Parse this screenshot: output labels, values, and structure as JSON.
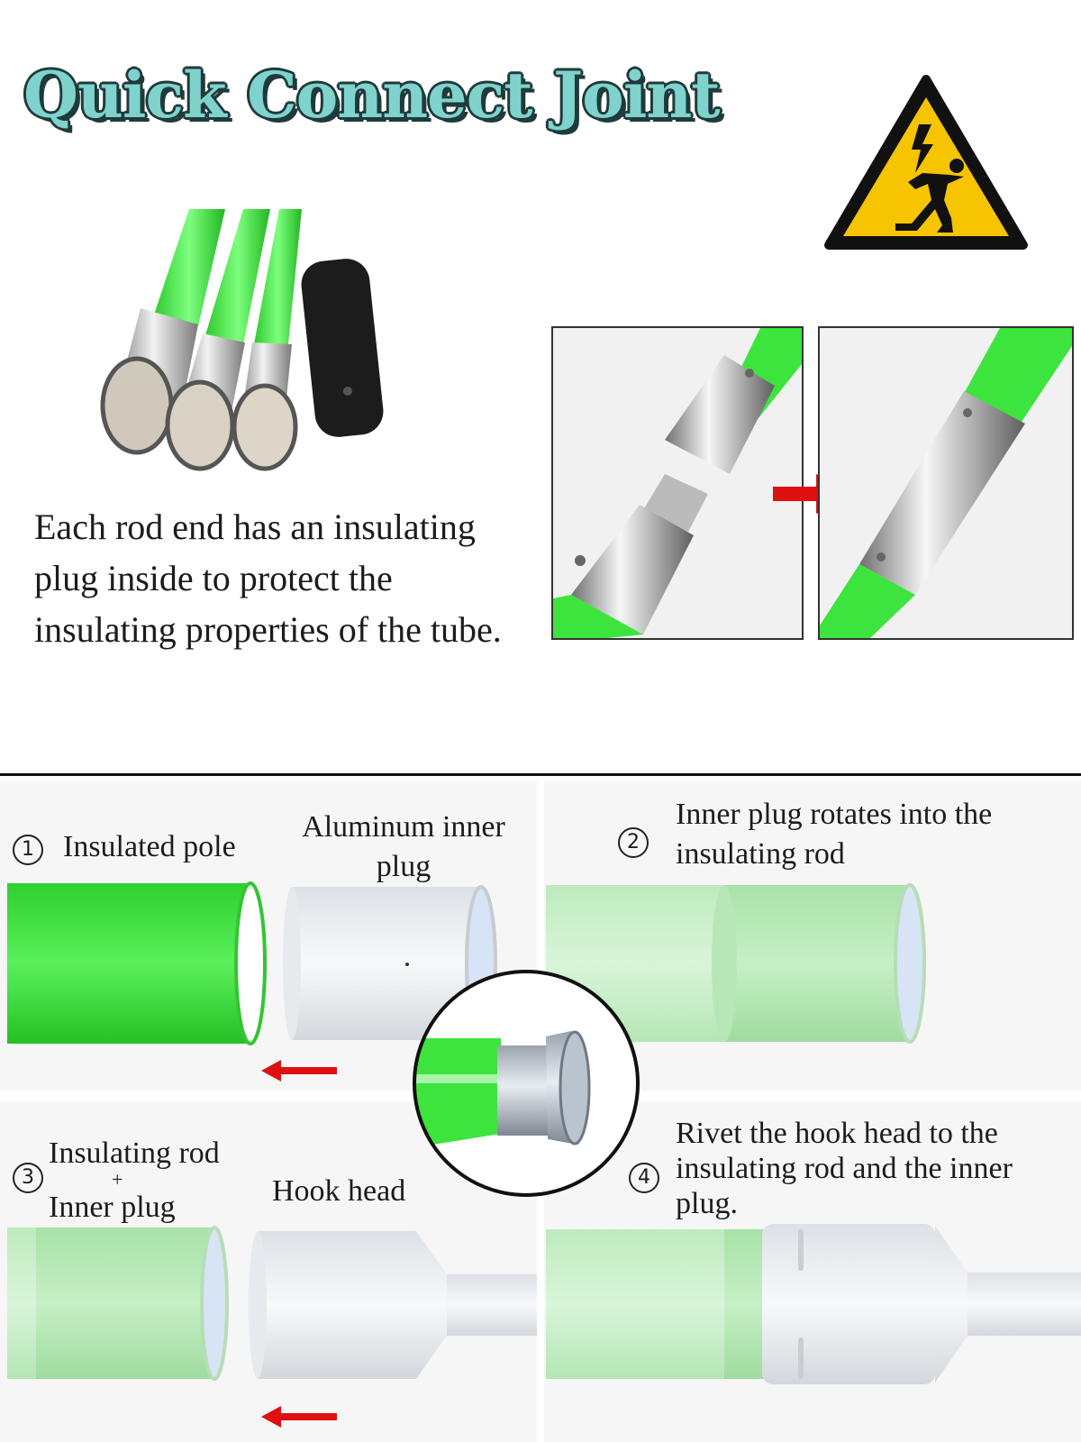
{
  "header": {
    "title": "Quick Connect Joint"
  },
  "description": {
    "text": "Each rod end has an insulating plug inside to protect the insulating properties of the tube."
  },
  "steps": [
    {
      "number": "1",
      "label": "Insulated pole",
      "part_label": "Aluminum inner plug"
    },
    {
      "number": "2",
      "label": "Inner plug rotates into the insulating rod"
    },
    {
      "number": "3",
      "label_top": "Insulating rod",
      "label_plus": "+",
      "label_bottom": "Inner plug",
      "part_label": "Hook head"
    },
    {
      "number": "4",
      "label": "Rivet the hook head to the insulating rod and the inner plug."
    }
  ],
  "colors": {
    "accent_green": "#3de43d",
    "title_fill": "#7fd3cc",
    "title_outline": "#1f3a3a",
    "warning_yellow": "#f6c400",
    "arrow_red": "#e01010"
  },
  "icons": [
    "electric-shock-warning-icon",
    "red-arrow-right-icon",
    "red-arrow-left-icon"
  ]
}
